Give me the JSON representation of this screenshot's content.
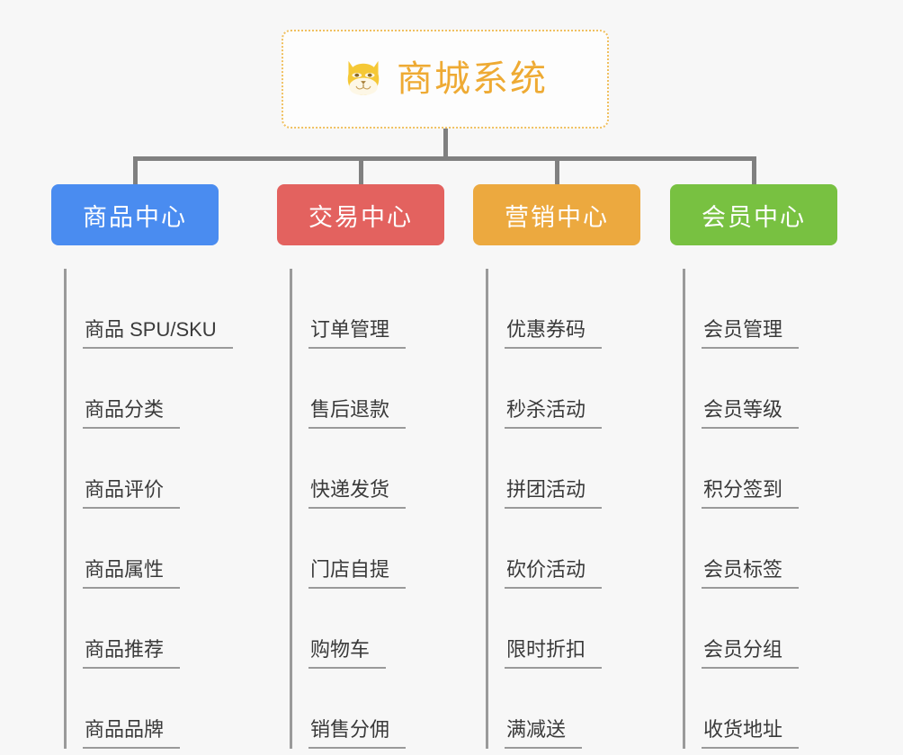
{
  "root": {
    "title": "商城系统",
    "icon": "shiba-dog-face-icon",
    "title_color": "#eeaa33",
    "border_color": "#f0c060"
  },
  "connector_color": "#808080",
  "columns": [
    {
      "header": "商品中心",
      "color": "#4a8cf0",
      "items": [
        "商品 SPU/SKU",
        "商品分类",
        "商品评价",
        "商品属性",
        "商品推荐",
        "商品品牌"
      ]
    },
    {
      "header": "交易中心",
      "color": "#e3625f",
      "items": [
        "订单管理",
        "售后退款",
        "快递发货",
        "门店自提",
        "购物车",
        "销售分佣"
      ]
    },
    {
      "header": "营销中心",
      "color": "#eca93f",
      "items": [
        "优惠券码",
        "秒杀活动",
        "拼团活动",
        "砍价活动",
        "限时折扣",
        "满减送"
      ]
    },
    {
      "header": "会员中心",
      "color": "#78c141",
      "items": [
        "会员管理",
        "会员等级",
        "积分签到",
        "会员标签",
        "会员分组",
        "收货地址"
      ]
    }
  ]
}
